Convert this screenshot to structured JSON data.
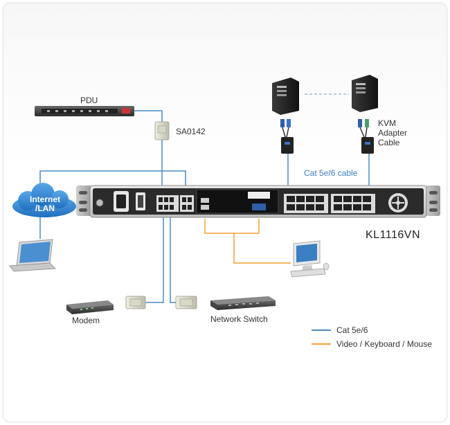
{
  "labels": {
    "pdu": "PDU",
    "sa0142": "SA0142",
    "internet": "Internet",
    "lan": "/LAN",
    "kvm_adapter_1": "KVM",
    "kvm_adapter_2": "Adapter",
    "kvm_adapter_3": "Cable",
    "cat_cable": "Cat 5e/6 cable",
    "model": "KL1116VN",
    "modem": "Modem",
    "network_switch": "Network Switch"
  },
  "legend": {
    "items": [
      {
        "label": "Cat 5e/6",
        "color": "#4a8bc4"
      },
      {
        "label": "Video / Keyboard / Mouse",
        "color": "#f0a030"
      }
    ]
  },
  "colors": {
    "cat_line": "#4a8bc4",
    "vkm_line": "#f0a030",
    "server_dash": "#9bbfdf"
  }
}
